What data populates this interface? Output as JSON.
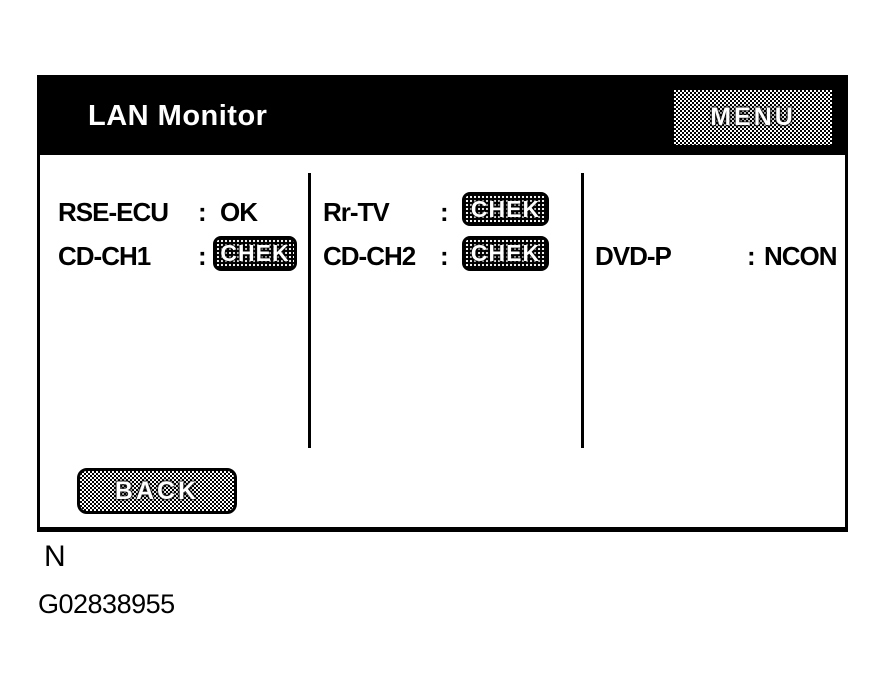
{
  "colors": {
    "foreground": "#000000",
    "background": "#ffffff",
    "header_bg": "#000000",
    "header_text": "#ffffff",
    "button_text": "#ffffff"
  },
  "screen": {
    "title": "LAN Monitor",
    "menu_button_label": "MENU",
    "back_button_label": "BACK"
  },
  "monitor": {
    "separator": ":",
    "items": [
      {
        "label": "RSE-ECU",
        "value": "OK",
        "display": "text"
      },
      {
        "label": "Rr-TV",
        "value": "CHEK",
        "display": "button"
      },
      {
        "label": "CD-CH1",
        "value": "CHEK",
        "display": "button"
      },
      {
        "label": "CD-CH2",
        "value": "CHEK",
        "display": "button"
      },
      {
        "label": "DVD-P",
        "value": "NCON",
        "display": "text"
      }
    ]
  },
  "footer": {
    "note": "N",
    "figure_id": "G02838955"
  }
}
